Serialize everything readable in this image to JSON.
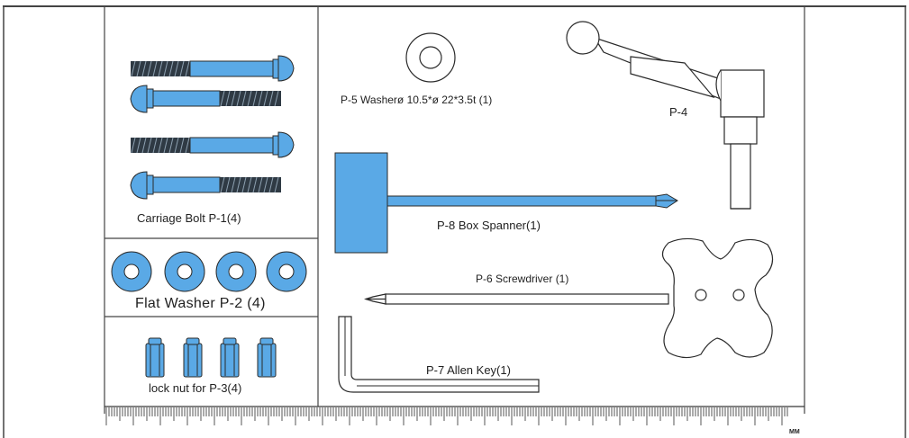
{
  "colors": {
    "part_blue": "#5aa9e6",
    "outline": "#2a2a2a",
    "thread": "#2f3a44",
    "frame": "#444444"
  },
  "parts": {
    "carriage_bolt": {
      "label": "Carriage Bolt  P-1(4)",
      "icon": "carriage-bolt-icon"
    },
    "flat_washer": {
      "label": "Flat  Washer  P-2 (4)",
      "icon": "flat-washer-icon"
    },
    "lock_nut": {
      "label": "lock nut for  P-3(4)",
      "icon": "lock-nut-icon"
    },
    "washer_p5": {
      "label": "P-5 Washerø 10.5*ø 22*3.5t   (1)",
      "icon": "washer-icon"
    },
    "handle_p4": {
      "label": "P-4",
      "icon": "crank-handle-icon"
    },
    "box_spanner": {
      "label": "P-8 Box Spanner(1)",
      "icon": "box-spanner-icon"
    },
    "screwdriver": {
      "label": "P-6 Screwdriver (1)",
      "icon": "screwdriver-icon"
    },
    "allen_key": {
      "label": "P-7 Allen Key(1)",
      "icon": "allen-key-icon"
    }
  },
  "ruler": {
    "unit_label": "MM"
  }
}
